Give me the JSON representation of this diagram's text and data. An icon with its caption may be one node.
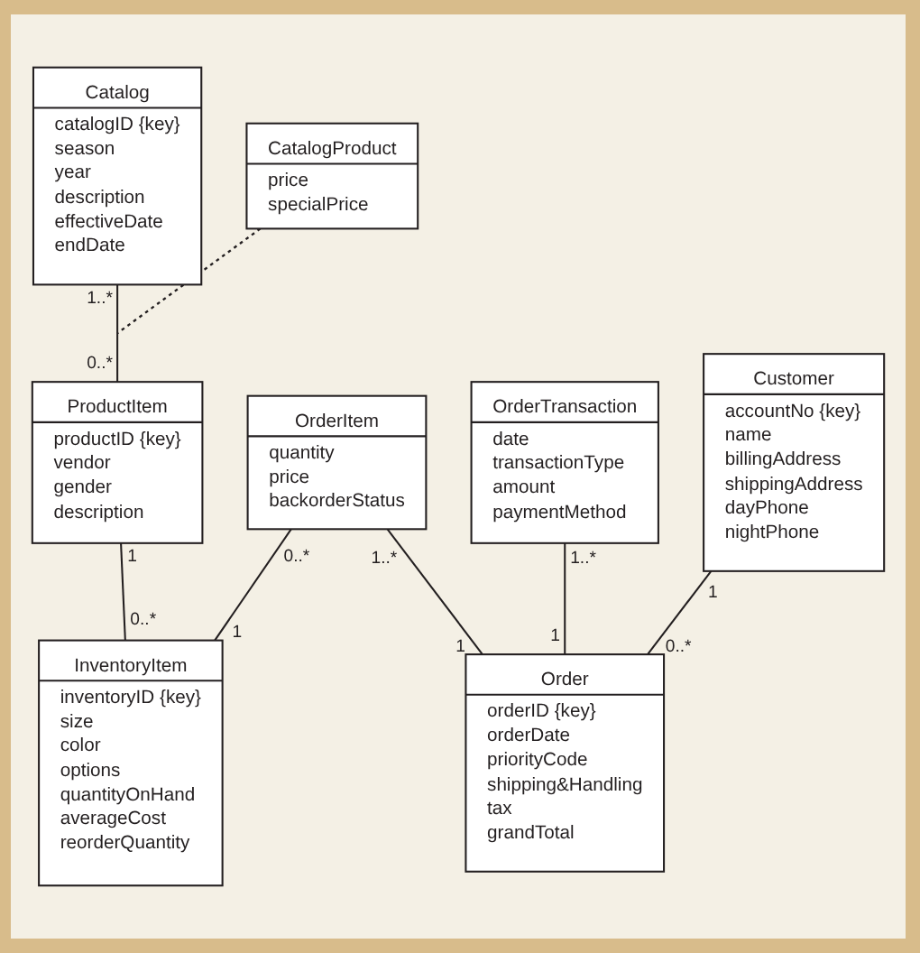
{
  "diagram": {
    "nodes": [
      {
        "text": [
          "Catalog",
          "catalogID {key}",
          "season",
          "year",
          "description",
          "effectiveDate",
          "endDate"
        ]
      },
      {
        "text": [
          "CatalogProduct",
          "price",
          "specialPrice"
        ]
      },
      {
        "text": [
          "ProductItem",
          "productID {key}",
          "vendor",
          "gender",
          "description"
        ]
      },
      {
        "text": [
          "OrderTransaction",
          "date",
          "transactionType",
          "amount",
          "paymentMethod"
        ]
      },
      {
        "text": [
          "Customer",
          "accountNo {key}",
          "name",
          "billingAddress",
          "shippingAddress",
          "dayPhone",
          "nightPhone"
        ]
      },
      {
        "text": [
          "InventoryItem",
          "inventoryID {key}",
          "size",
          "color",
          "options",
          "quantityOnHand",
          "averageCost",
          "reorderQuantity"
        ]
      },
      {
        "text": [
          "OrderItem",
          "quantity",
          "price",
          "backorderStatus"
        ]
      },
      {
        "text": [
          "Order",
          "orderID {key}",
          "orderDate",
          "priorityCode",
          "shipping&Handling",
          "tax",
          "grandTotal"
        ]
      }
    ],
    "edges": [
      {
        "from": 0,
        "to": 2,
        "arrow": "none"
      },
      {
        "from": 1,
        "to": null,
        "arrow": "none",
        "style": "dashed"
      },
      {
        "from": 2,
        "to": 5,
        "arrow": "none"
      },
      {
        "from": 6,
        "to": 5,
        "arrow": "none"
      },
      {
        "from": 3,
        "to": 7,
        "arrow": "none"
      },
      {
        "from": 6,
        "to": 7,
        "arrow": "none"
      },
      {
        "from": 4,
        "to": 7,
        "arrow": "none"
      }
    ],
    "labels": [
      "1..*",
      "0..*",
      "1..*",
      "1",
      "1",
      "0..*",
      "0..*",
      "1",
      "0..*",
      "1",
      "1..*",
      "1"
    ]
  }
}
